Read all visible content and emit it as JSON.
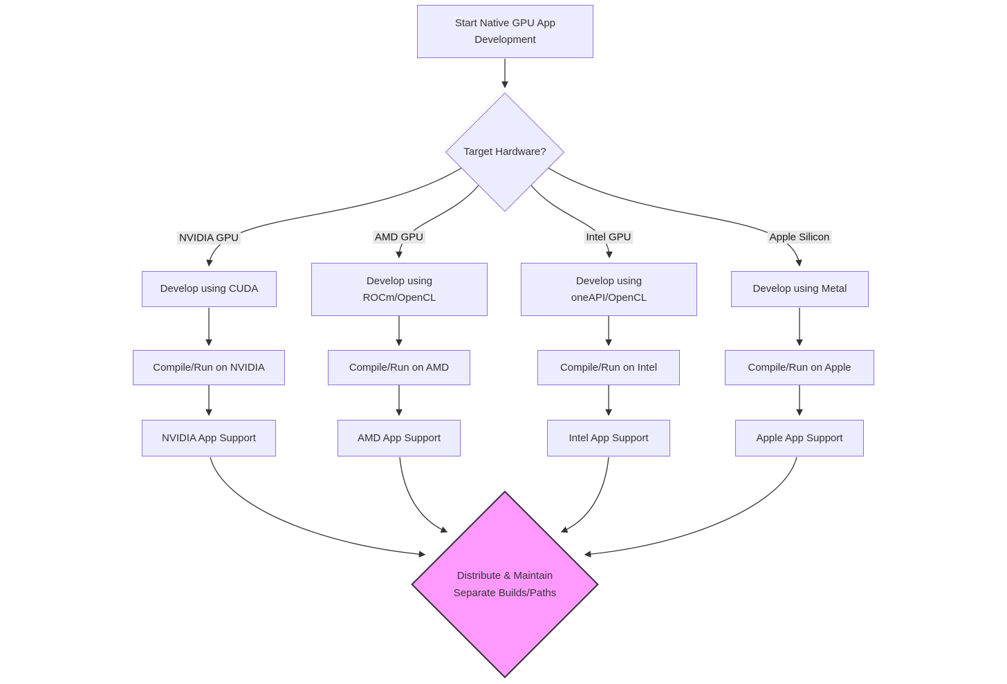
{
  "diagram": {
    "type": "flowchart",
    "colors": {
      "node_fill": "#ECECFF",
      "node_border": "#9370DB",
      "edge_color": "#333333",
      "edge_label_bg": "#e8e8e8",
      "text": "#333333",
      "final_fill": "#ff99ff",
      "final_border": "#333333"
    },
    "nodes": {
      "start": {
        "line1": "Start Native GPU App",
        "line2": "Development"
      },
      "decision": {
        "line1": "Target Hardware?"
      },
      "dev_cuda": {
        "line1": "Develop using CUDA"
      },
      "dev_rocm": {
        "line1": "Develop using",
        "line2": "ROCm/OpenCL"
      },
      "dev_oneapi": {
        "line1": "Develop using",
        "line2": "oneAPI/OpenCL"
      },
      "dev_metal": {
        "line1": "Develop using Metal"
      },
      "run_nvidia": {
        "line1": "Compile/Run on NVIDIA"
      },
      "run_amd": {
        "line1": "Compile/Run on AMD"
      },
      "run_intel": {
        "line1": "Compile/Run on Intel"
      },
      "run_apple": {
        "line1": "Compile/Run on Apple"
      },
      "sup_nvidia": {
        "line1": "NVIDIA App Support"
      },
      "sup_amd": {
        "line1": "AMD App Support"
      },
      "sup_intel": {
        "line1": "Intel App Support"
      },
      "sup_apple": {
        "line1": "Apple App Support"
      },
      "final": {
        "line1": "Distribute & Maintain",
        "line2": "Separate Builds/Paths"
      }
    },
    "edge_labels": {
      "nvidia": "NVIDIA GPU",
      "amd": "AMD GPU",
      "intel": "Intel GPU",
      "apple": "Apple Silicon"
    }
  }
}
